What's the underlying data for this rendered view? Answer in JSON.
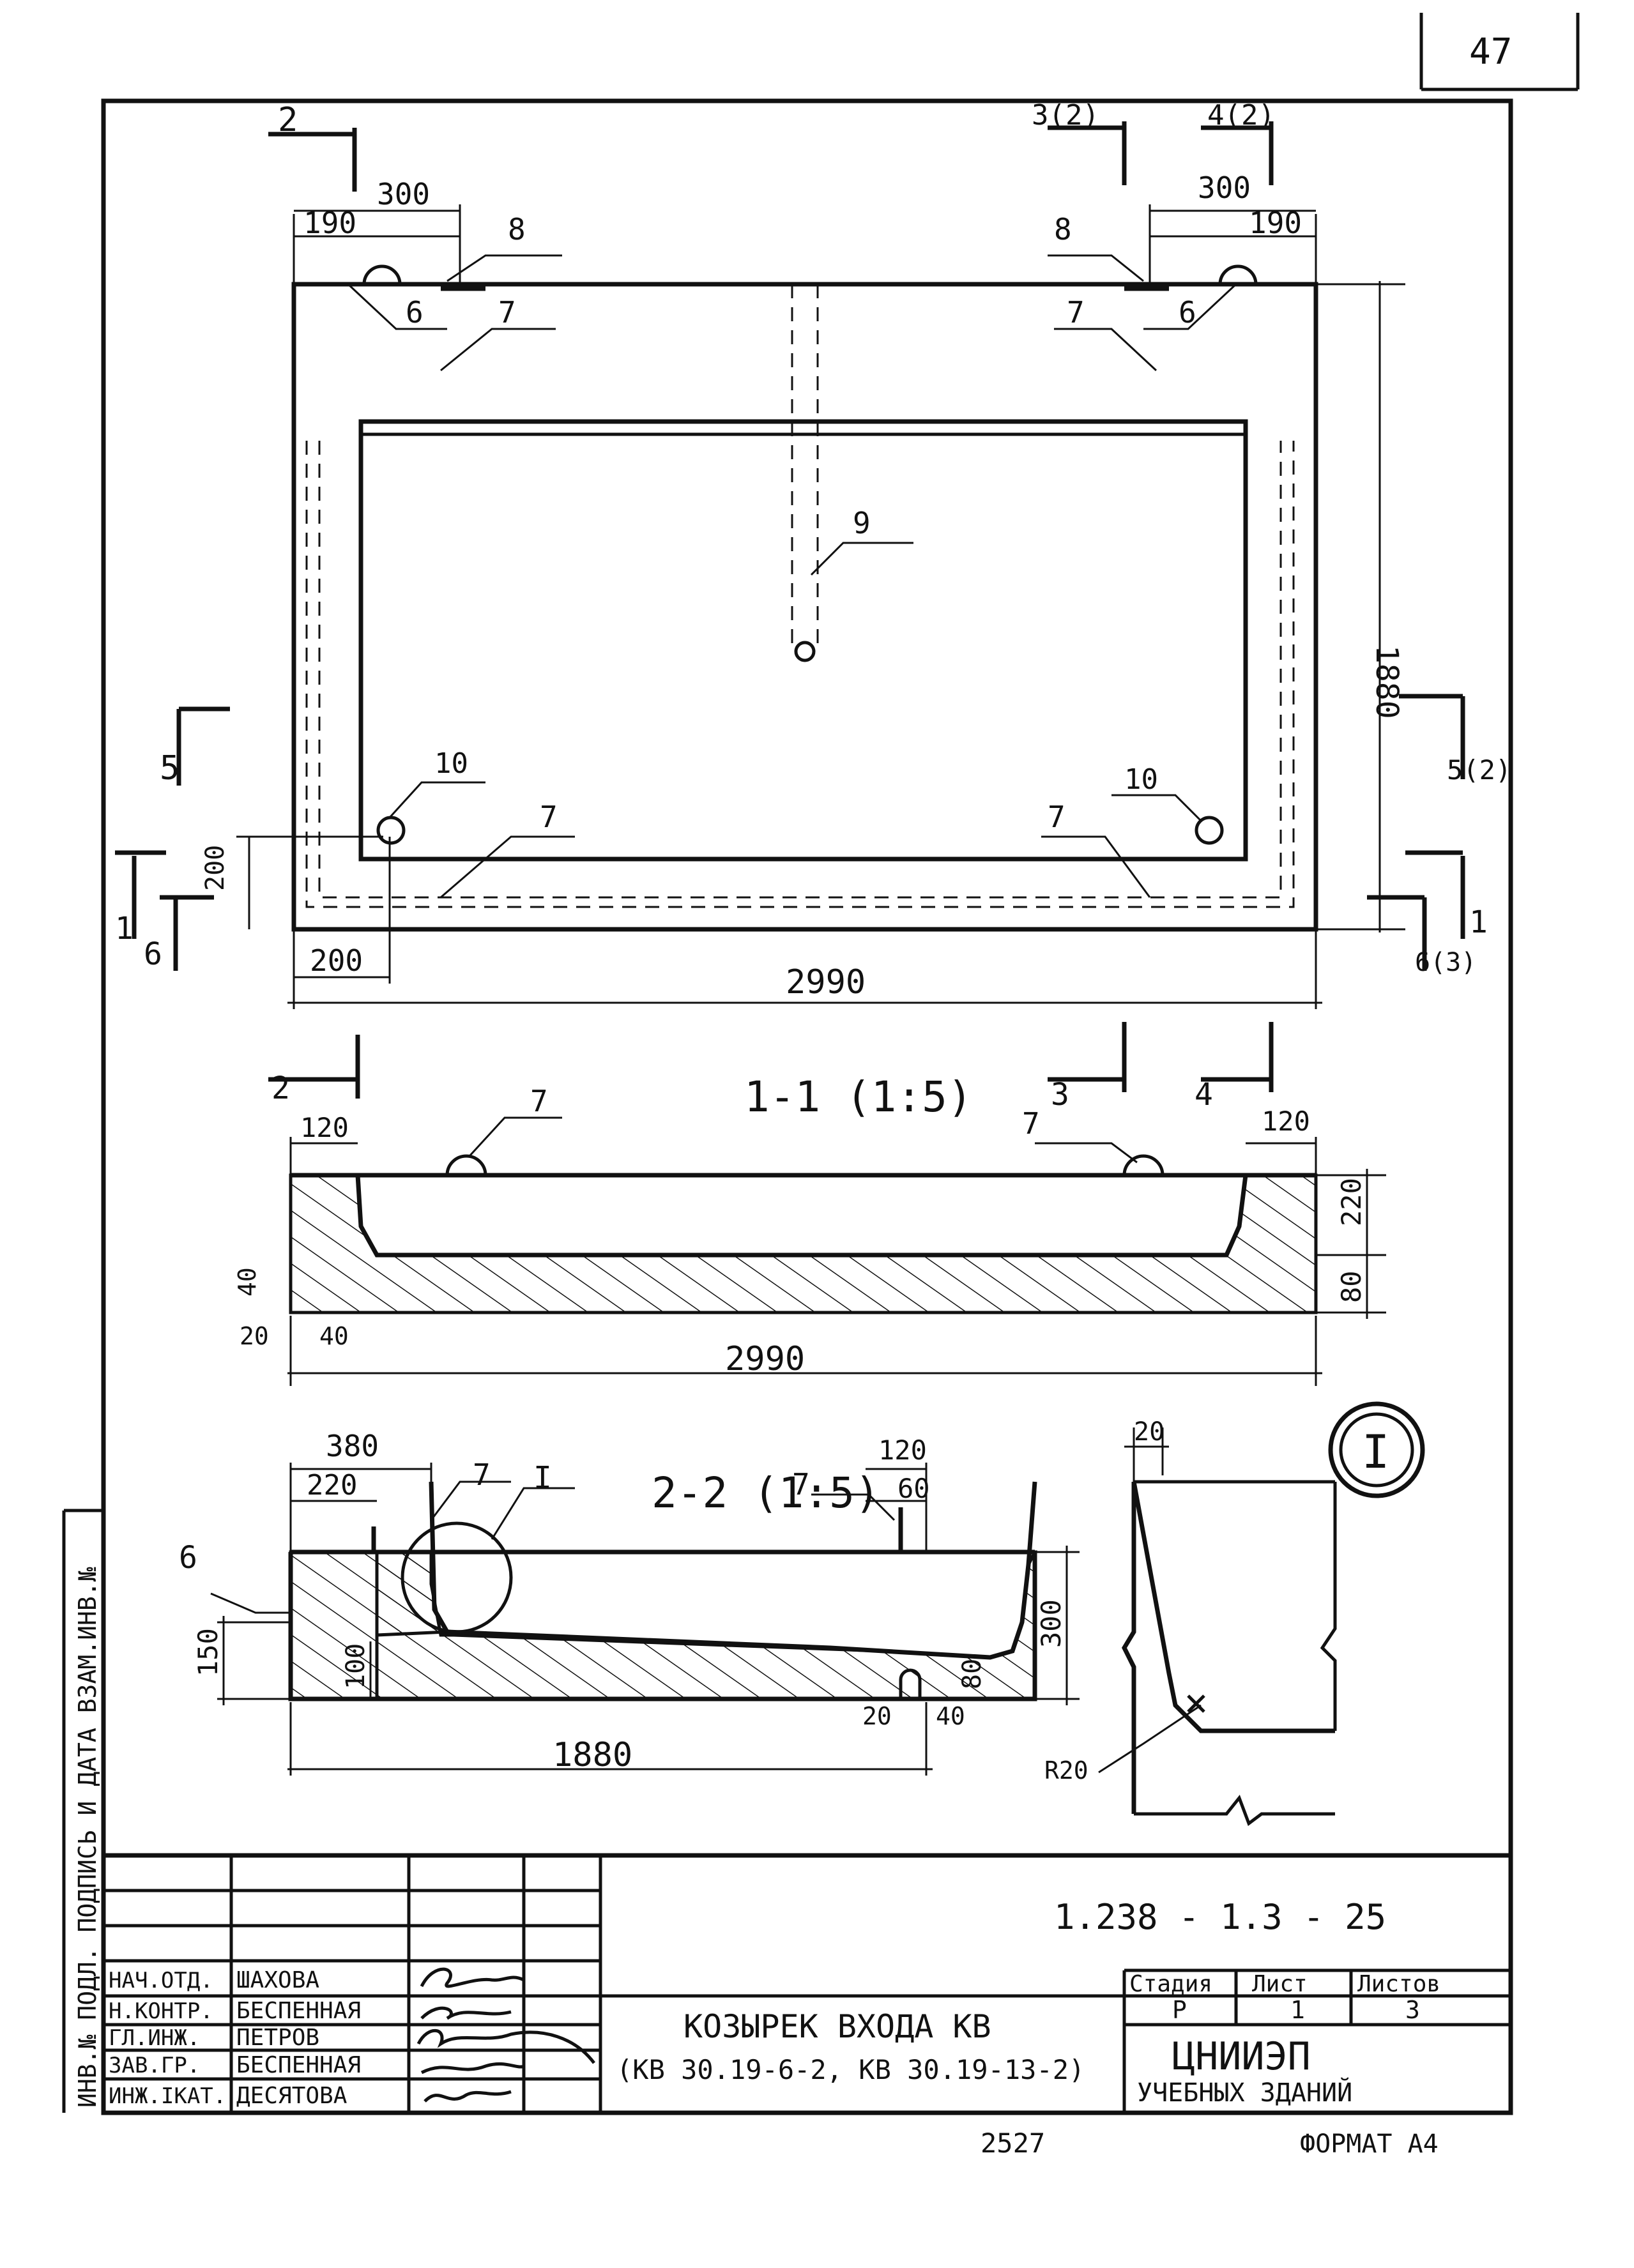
{
  "page_number": "47",
  "plan": {
    "dim_300_left": "300",
    "dim_190_left": "190",
    "dim_300_right": "300",
    "dim_190_right": "190",
    "dim_1880": "1880",
    "dim_200_vert": "200",
    "dim_200_horiz": "200",
    "dim_2990": "2990",
    "section_marks": [
      "2",
      "3(2)",
      "4(2)",
      "5",
      "5(2)",
      "1",
      "6",
      "1",
      "6(3)"
    ],
    "callouts": [
      "8",
      "8",
      "6",
      "6",
      "7",
      "7",
      "9",
      "10",
      "10",
      "7",
      "7"
    ]
  },
  "section_1_1": {
    "title": "1-1 (1:5)",
    "section_marks": [
      "2",
      "3",
      "4"
    ],
    "callouts": [
      "7",
      "7"
    ],
    "dims": [
      "120",
      "120",
      "220",
      "80",
      "40",
      "20",
      "40",
      "2990"
    ]
  },
  "section_2_2": {
    "title": "2-2 (1:5)",
    "callouts": [
      "7",
      "I",
      "6",
      "7"
    ],
    "dims": [
      "380",
      "220",
      "120",
      "60",
      "300",
      "150",
      "100",
      "80",
      "20",
      "40",
      "1880"
    ]
  },
  "detail_I": {
    "label": "I",
    "dims": [
      "20",
      "R20"
    ]
  },
  "left_margin_text": "ИНВ.№ ПОДЛ. ПОДПИСЬ И ДАТА ВЗАМ.ИНВ.№",
  "title_block": {
    "doc_code": "1.238 - 1.3 - 25",
    "title_line1": "КОЗЫРЕК ВХОДА КВ",
    "title_line2": "(КВ 30.19-6-2, КВ 30.19-13-2)",
    "stage_header": "Стадия",
    "sheet_header": "Лист",
    "sheets_header": "Листов",
    "stage_value": "Р",
    "sheet_value": "1",
    "sheets_value": "3",
    "org_line1": "ЦНИИЭП",
    "org_line2": "УЧЕБНЫХ ЗДАНИЙ",
    "staff": [
      {
        "role": "НАЧ.ОТД.",
        "name": "ШАХОВА"
      },
      {
        "role": "Н.КОНТР.",
        "name": "БЕСПЕННАЯ"
      },
      {
        "role": "ГЛ.ИНЖ.",
        "name": "ПЕТРОВ"
      },
      {
        "role": "ЗАВ.ГР.",
        "name": "БЕСПЕННАЯ"
      },
      {
        "role": "ИНЖ.ІКАТ.",
        "name": "ДЕСЯТОВА"
      }
    ]
  },
  "footer_number": "2527",
  "format": "ФОРМАТ А4"
}
